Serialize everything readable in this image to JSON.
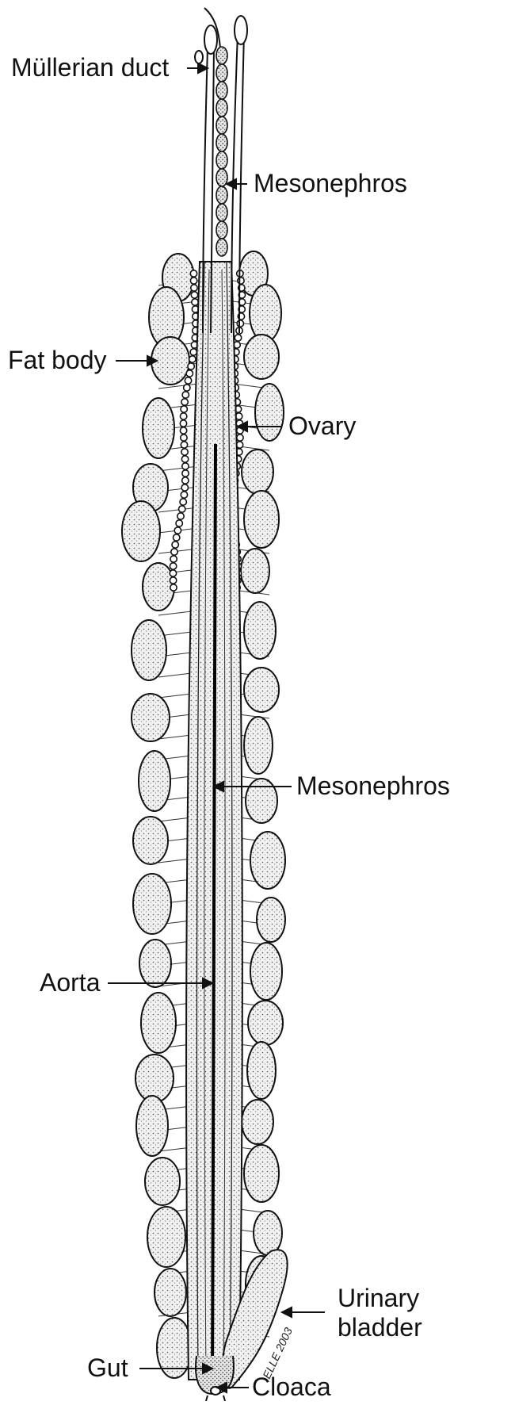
{
  "labels": {
    "mullerian_duct": "Müllerian duct",
    "mesonephros_upper": "Mesonephros",
    "fat_body": "Fat body",
    "ovary": "Ovary",
    "mesonephros_lower": "Mesonephros",
    "aorta": "Aorta",
    "urinary_bladder_line1": "Urinary",
    "urinary_bladder_line2": "bladder",
    "gut": "Gut",
    "cloaca": "Cloaca"
  },
  "signature": "ELLE 2003",
  "colors": {
    "ink": "#111111",
    "background": "#ffffff",
    "tissue_fill": "#e9e9e9"
  }
}
